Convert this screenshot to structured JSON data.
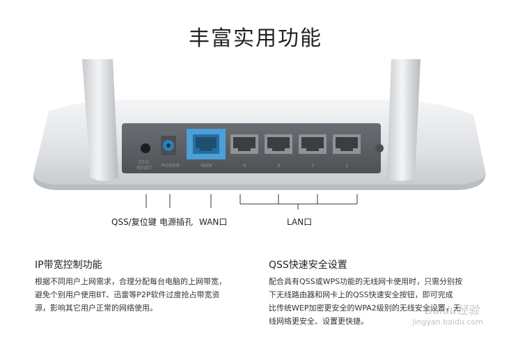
{
  "title": "丰富实用功能",
  "ports": {
    "reset": "QSS/\nRESET",
    "power": "POWER",
    "wan": "WAN",
    "lan": [
      "4",
      "3",
      "2",
      "1"
    ]
  },
  "callouts": {
    "qss": "QSS/复位键",
    "power": "电源插孔",
    "wan": "WAN口",
    "lan": "LAN口"
  },
  "left_section": {
    "title": "IP带宽控制功能",
    "lines": [
      "根据不同用户上网需求，合理分配每台电脑的上网带宽，",
      "避免个别用户使用BT、迅雷等P2P软件过度抢占带宽资",
      "源，影响其它用户正常的网络使用。"
    ]
  },
  "right_section": {
    "title": "QSS快速安全设置",
    "lines": [
      "配合具有QSS或WPS功能的无线网卡使用时，只需分别按",
      "下无线路由器和网卡上的QSS快速安全按钮，即可完成",
      "比传统WEP加密更安全的WPA2级别的无线安全设置，无",
      "线网络更安全、设置更快捷。"
    ]
  },
  "watermark": {
    "brand": "Baidu经验",
    "url": "jingyan.baidu.com"
  },
  "colors": {
    "wan_highlight": "#4aa0d8",
    "panel": "#5a5d63",
    "body": "#e9eaec"
  }
}
